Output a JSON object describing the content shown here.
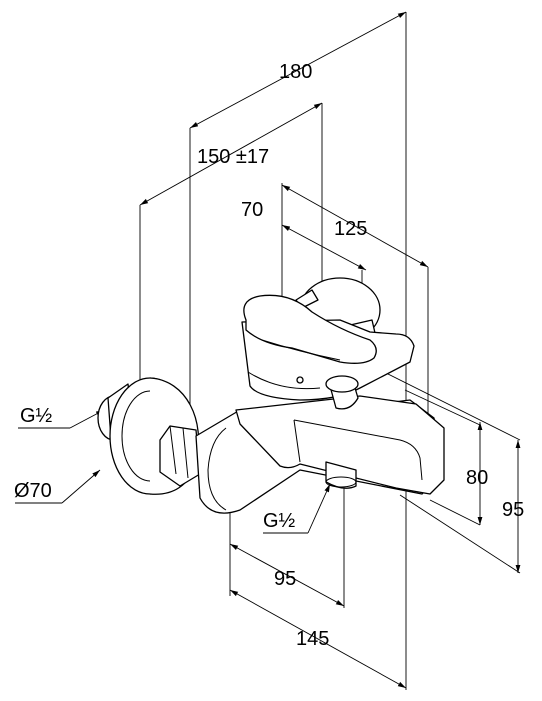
{
  "dimensions": {
    "overall_width": "180",
    "spacing": "150 ±17",
    "lever_width": "70",
    "spout_projection": "125",
    "height_a": "80",
    "height_b": "95",
    "spout_offset": "95",
    "overall_depth": "145",
    "thread_top": "G½",
    "flange_diameter": "Ø70",
    "thread_bottom": "G½"
  }
}
